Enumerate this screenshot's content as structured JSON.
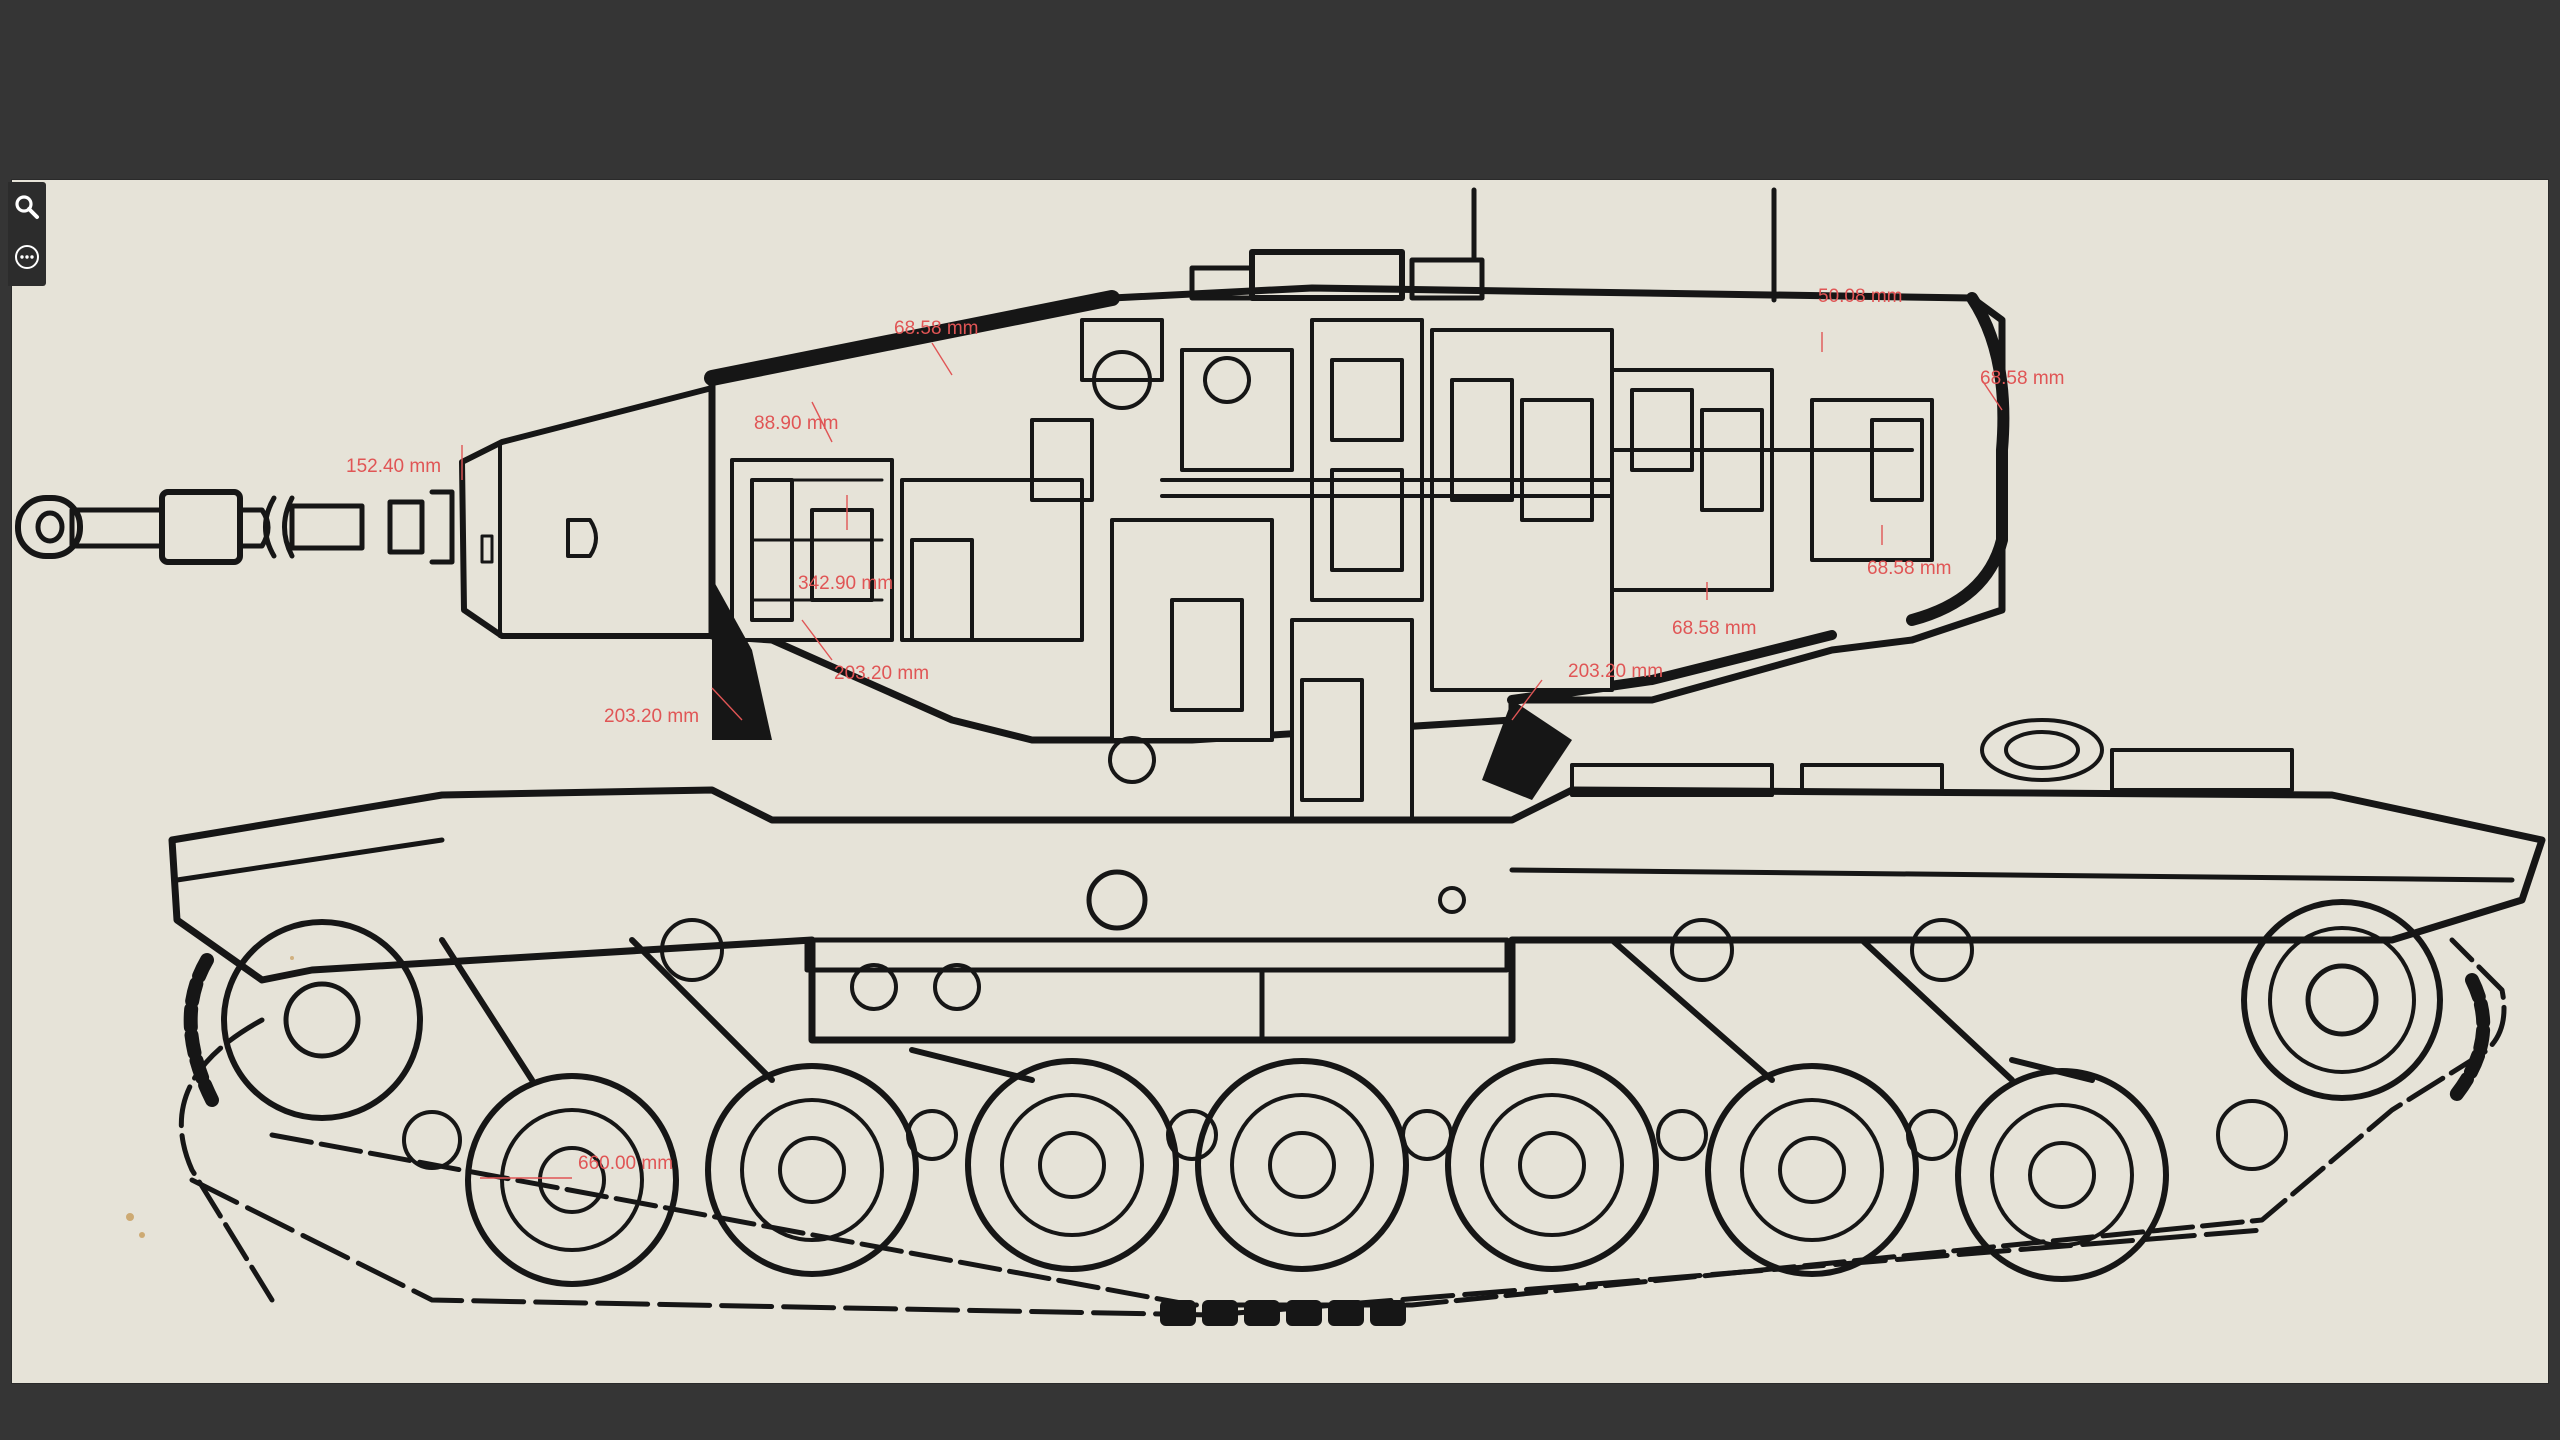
{
  "toolbar": {
    "zoom_icon": "magnifier-icon",
    "more_icon": "more-options-icon"
  },
  "colors": {
    "background": "#353535",
    "paper": "#e6e3d8",
    "ink": "#161616",
    "dimension": "#e05555"
  },
  "dimensions": {
    "d1": "68.58 mm",
    "d2": "50.08 mm",
    "d3": "68.58 mm",
    "d4": "88.90 mm",
    "d5": "152.40 mm",
    "d6": "342.90 mm",
    "d7": "68.58 mm",
    "d8": "68.58 mm",
    "d9": "203.20 mm",
    "d10": "203.20 mm",
    "d11": "203.20 mm",
    "d12": "660.00 mm"
  }
}
